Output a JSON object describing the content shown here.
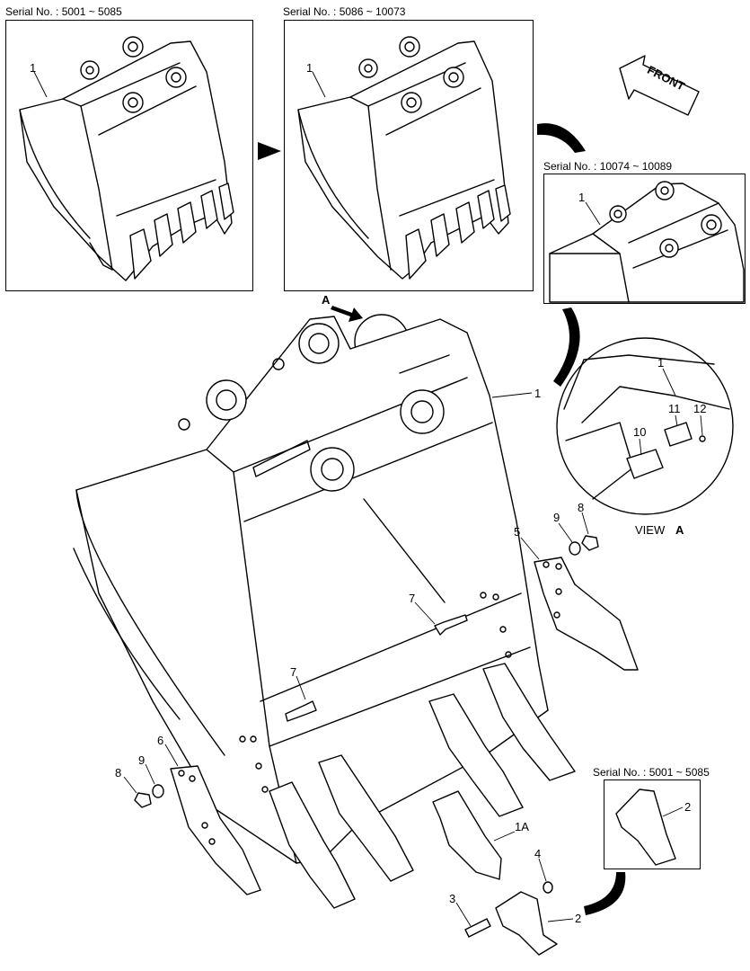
{
  "serial_labels": {
    "top_left": "Serial No. : 5001 ~ 5085",
    "top_middle": "Serial No. : 5086 ~ 10073",
    "right": "Serial No. : 10074 ~ 10089",
    "tooth_inset": "Serial No. : 5001 ~ 5085"
  },
  "front_label": "FRONT",
  "view_label": {
    "text": "VIEW",
    "letter": "A"
  },
  "view_arrow_letter": "A",
  "callouts": {
    "inset1_part": "1",
    "inset2_part": "1",
    "inset3_part": "1",
    "main_bucket": "1",
    "view_part_1": "1",
    "view_part_10": "10",
    "view_part_11": "11",
    "view_part_12": "12",
    "side_cutter_right": "5",
    "nut_right": "8",
    "washer_right": "9",
    "bolt_right": "7",
    "bolt_left": "7",
    "side_cutter_left": "6",
    "nut_left": "8",
    "washer_left": "9",
    "adapter": "1A",
    "lock_washer": "4",
    "pin": "3",
    "tooth": "2",
    "tooth_inset_part": "2"
  }
}
